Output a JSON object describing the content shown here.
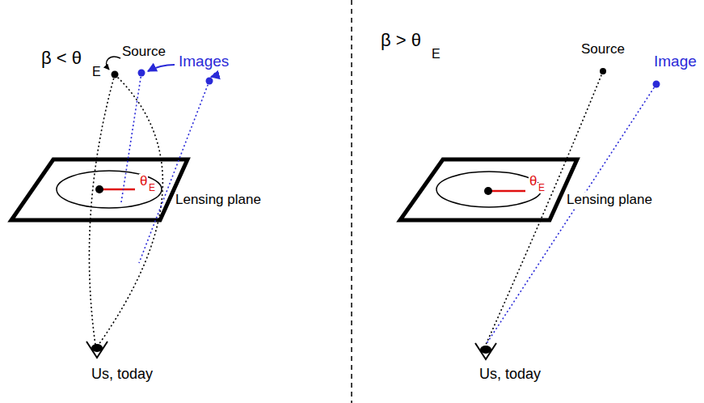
{
  "diagram": {
    "labels": [
      "β < θ",
      "E",
      "Source",
      "Images",
      "θ",
      "E",
      "Lensing plane",
      "Us, today",
      "β > θ",
      "E",
      "Source",
      "Image",
      "θ",
      "E",
      "Lensing plane",
      "Us, today"
    ]
  }
}
